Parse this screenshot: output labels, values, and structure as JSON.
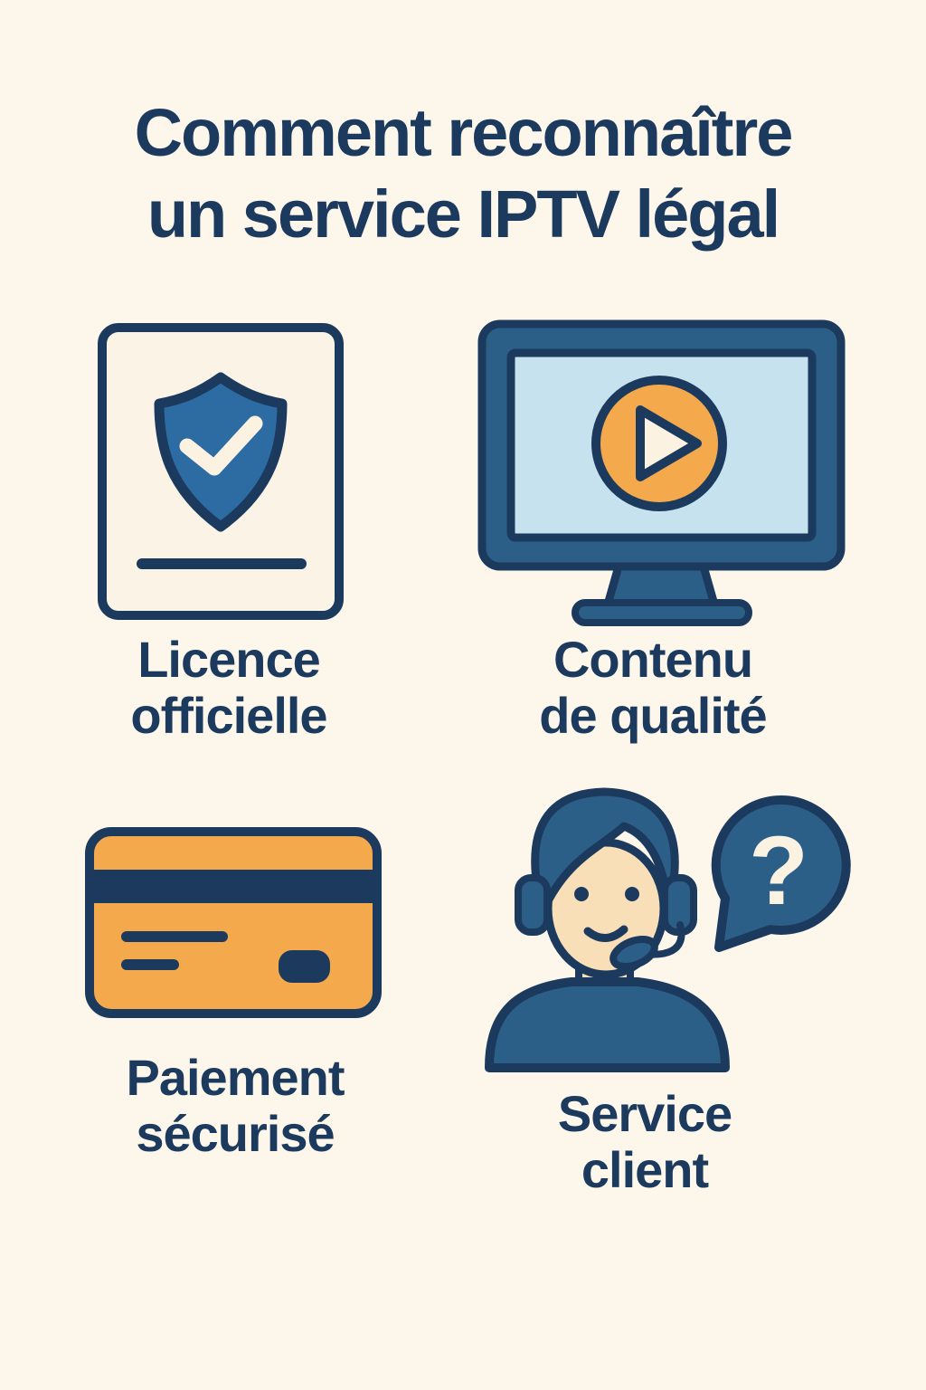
{
  "infographic": {
    "title_line1": "Comment reconnaître",
    "title_line2": "un service IPTV légal",
    "items": [
      {
        "icon": "license-document-icon",
        "label_line1": "Licence",
        "label_line2": "officielle"
      },
      {
        "icon": "video-monitor-icon",
        "label_line1": "Contenu",
        "label_line2": "de qualité"
      },
      {
        "icon": "credit-card-icon",
        "label_line1": "Paiement",
        "label_line2": "sécurisé"
      },
      {
        "icon": "support-agent-icon",
        "label_line1": "Service",
        "label_line2": "client"
      }
    ],
    "question_mark": "?",
    "colors": {
      "background": "#fdf6ea",
      "navy": "#1b3a5e",
      "steel_blue": "#2c5f88",
      "shield_blue": "#2d6ba3",
      "screen_blue": "#c5e2ee",
      "orange": "#f4a94d",
      "cream_fill": "#fbf2e2",
      "skin": "#f8dfb8"
    }
  }
}
